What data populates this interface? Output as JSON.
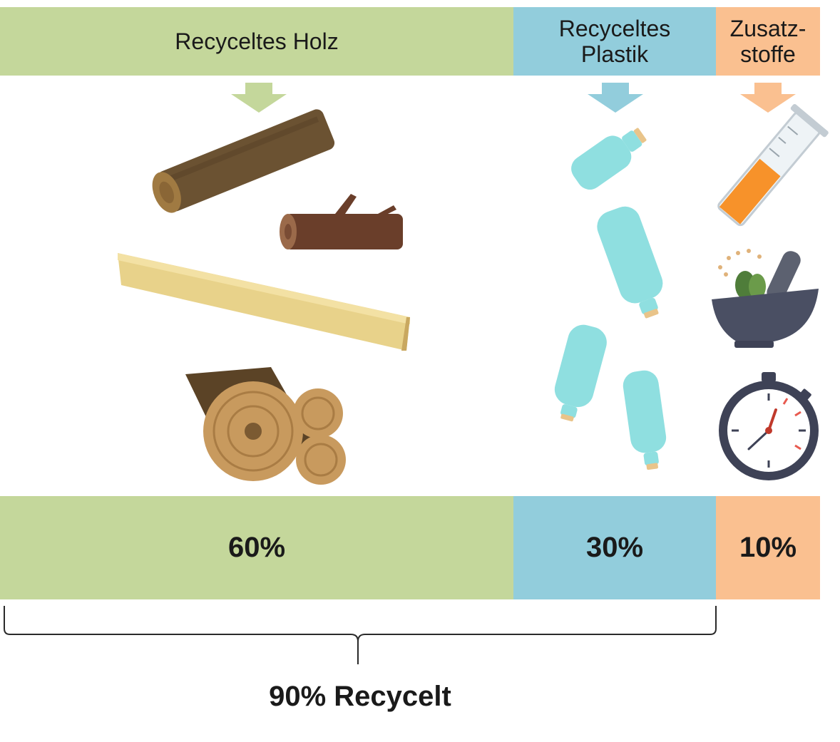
{
  "segments": [
    {
      "label": "Recyceltes Holz",
      "percent": "60%",
      "color": "#c4d79b",
      "icon": "wood-logs-icon"
    },
    {
      "label": "Recyceltes\nPlastik",
      "percent": "30%",
      "color": "#92cddc",
      "icon": "plastic-bottles-icon"
    },
    {
      "label": "Zusatz-\nstoffe",
      "percent": "10%",
      "color": "#fac090",
      "icon": "additives-icon"
    }
  ],
  "total_label": "90% Recycelt"
}
